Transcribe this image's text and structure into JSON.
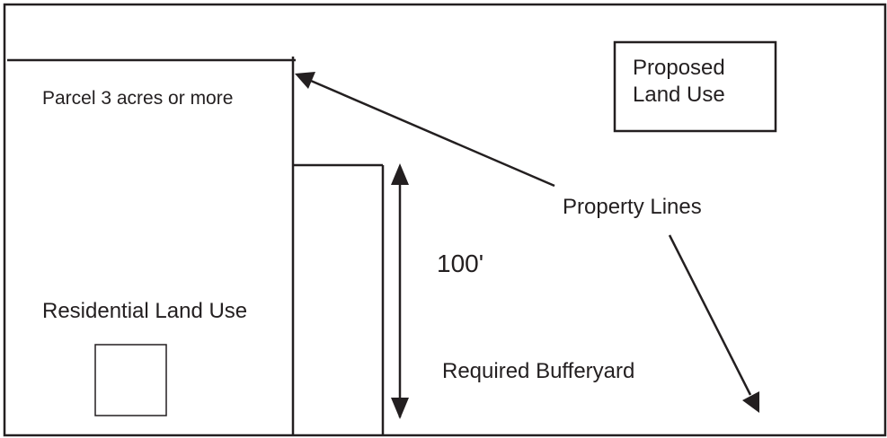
{
  "labels": {
    "parcel": "Parcel 3 acres or more",
    "residential": "Residential Land Use",
    "proposed_line1": "Proposed",
    "proposed_line2": "Land Use",
    "property_lines": "Property Lines",
    "distance": "100'",
    "bufferyard": "Required Bufferyard"
  },
  "colors": {
    "stroke": "#231f20",
    "background": "#ffffff"
  }
}
